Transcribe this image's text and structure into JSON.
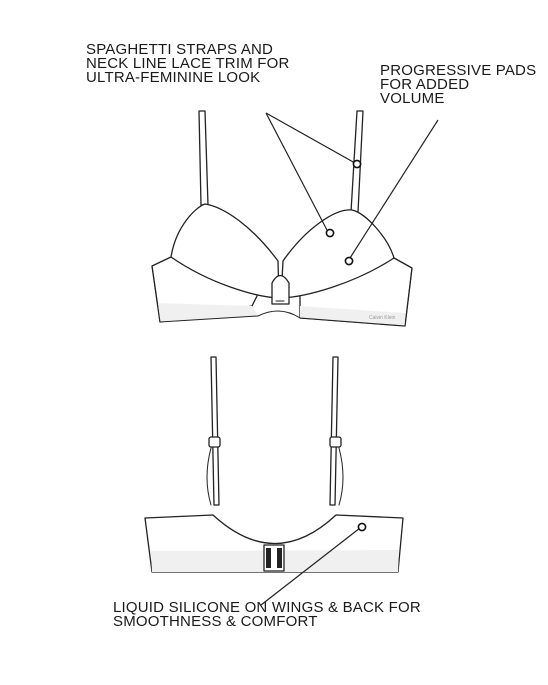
{
  "callouts": {
    "straps": {
      "lines": [
        "SPAGHETTI STRAPS AND",
        "NECK LINE LACE TRIM FOR",
        "ULTRA-FEMININE LOOK"
      ]
    },
    "pads": {
      "lines": [
        "PROGRESSIVE PADS",
        "FOR ADDED",
        "VOLUME"
      ]
    },
    "silicone": {
      "lines": [
        "LIQUID SILICONE ON WINGS & BACK FOR",
        "SMOOTHNESS & COMFORT"
      ]
    }
  },
  "brand_mark": "Calvin Klein"
}
